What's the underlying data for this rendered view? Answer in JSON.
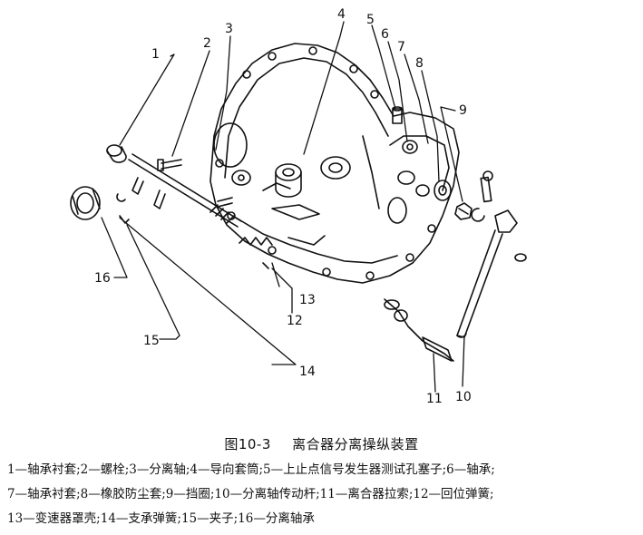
{
  "figure": {
    "number": "图10-3",
    "title": "离合器分离操纵装置",
    "callouts": [
      "1",
      "2",
      "3",
      "4",
      "5",
      "6",
      "7",
      "8",
      "9",
      "10",
      "11",
      "12",
      "13",
      "14",
      "15",
      "16"
    ]
  },
  "legend": {
    "lines": [
      "1—轴承衬套;2—螺栓;3—分离轴;4—导向套筒;5—上止点信号发生器测试孔塞子;6—轴承;",
      "7—轴承衬套;8—橡胶防尘套;9—挡圈;10—分离轴传动杆;11—离合器拉索;12—回位弹簧;",
      "13—变速器罩壳;14—支承弹簧;15—夹子;16—分离轴承"
    ]
  }
}
